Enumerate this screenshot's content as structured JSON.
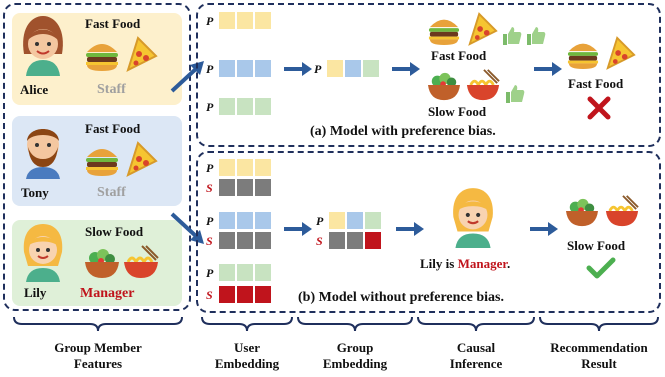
{
  "members": [
    {
      "name": "Alice",
      "food": "Fast Food",
      "role": "Staff"
    },
    {
      "name": "Tony",
      "food": "Fast Food",
      "role": "Staff"
    },
    {
      "name": "Lily",
      "food": "Slow Food",
      "role": "Manager"
    }
  ],
  "panel_a": {
    "caption": "(a) Model with preference bias.",
    "fast_food_label": "Fast Food",
    "slow_food_label": "Slow Food",
    "result_label": "Fast Food"
  },
  "panel_b": {
    "caption": "(b) Model without preference bias.",
    "inference_prefix": "Lily is ",
    "inference_role": "Manager",
    "inference_suffix": ".",
    "result_label": "Slow Food"
  },
  "symbols": {
    "p": "P",
    "s": "S"
  },
  "bottom_labels": [
    {
      "line1": "Group Member",
      "line2": "Features"
    },
    {
      "line1": "User",
      "line2": "Embedding"
    },
    {
      "line1": "Group",
      "line2": "Embedding"
    },
    {
      "line1": "Causal",
      "line2": "Inference"
    },
    {
      "line1": "Recommendation",
      "line2": "Result"
    }
  ],
  "colors": {
    "panel_border": "#1f2f5c",
    "yellow": "#fbe6a2",
    "blue": "#a9c8ea",
    "green": "#c8e3c1",
    "gray": "#7c7c7c",
    "red": "#c0141c",
    "arrow": "#2d5b9a"
  }
}
